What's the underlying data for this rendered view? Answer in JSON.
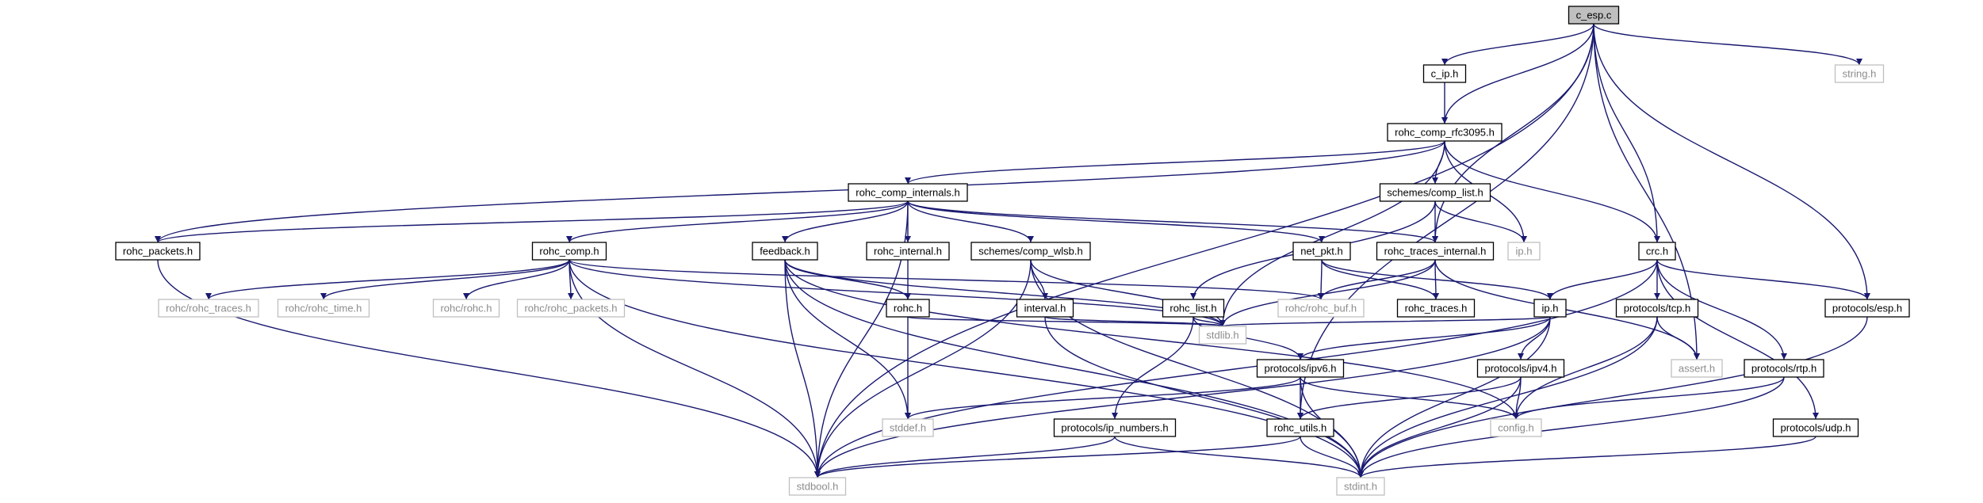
{
  "colors": {
    "edge": "#191970",
    "root_fill": "#bfbfbf",
    "node_border": "#000000",
    "external_border": "#bfbfbf",
    "external_text": "#8c8c8c"
  },
  "graph": {
    "nodes": [
      {
        "id": "c_esp.c",
        "label": "c_esp.c",
        "kind": "root"
      },
      {
        "id": "c_ip.h",
        "label": "c_ip.h",
        "kind": "normal"
      },
      {
        "id": "string.h",
        "label": "string.h",
        "kind": "external"
      },
      {
        "id": "rohc_comp_rfc3095.h",
        "label": "rohc_comp_rfc3095.h",
        "kind": "normal"
      },
      {
        "id": "rohc_comp_internals.h",
        "label": "rohc_comp_internals.h",
        "kind": "normal"
      },
      {
        "id": "schemes/comp_list.h",
        "label": "schemes/comp_list.h",
        "kind": "normal"
      },
      {
        "id": "rohc_packets.h",
        "label": "rohc_packets.h",
        "kind": "normal"
      },
      {
        "id": "rohc_comp.h",
        "label": "rohc_comp.h",
        "kind": "normal"
      },
      {
        "id": "feedback.h",
        "label": "feedback.h",
        "kind": "normal"
      },
      {
        "id": "rohc_internal.h",
        "label": "rohc_internal.h",
        "kind": "normal"
      },
      {
        "id": "schemes/comp_wlsb.h",
        "label": "schemes/comp_wlsb.h",
        "kind": "normal"
      },
      {
        "id": "net_pkt.h",
        "label": "net_pkt.h",
        "kind": "normal"
      },
      {
        "id": "rohc_traces_internal.h",
        "label": "rohc_traces_internal.h",
        "kind": "normal"
      },
      {
        "id": "ip.h_ext",
        "label": "ip.h",
        "kind": "external"
      },
      {
        "id": "crc.h",
        "label": "crc.h",
        "kind": "normal"
      },
      {
        "id": "rohc/rohc_traces.h",
        "label": "rohc/rohc_traces.h",
        "kind": "external"
      },
      {
        "id": "rohc/rohc_time.h",
        "label": "rohc/rohc_time.h",
        "kind": "external"
      },
      {
        "id": "rohc/rohc.h",
        "label": "rohc/rohc.h",
        "kind": "external"
      },
      {
        "id": "rohc/rohc_packets.h",
        "label": "rohc/rohc_packets.h",
        "kind": "external"
      },
      {
        "id": "rohc.h",
        "label": "rohc.h",
        "kind": "normal"
      },
      {
        "id": "interval.h",
        "label": "interval.h",
        "kind": "normal"
      },
      {
        "id": "rohc/rohc_buf.h",
        "label": "rohc/rohc_buf.h",
        "kind": "external"
      },
      {
        "id": "rohc_list.h",
        "label": "rohc_list.h",
        "kind": "normal"
      },
      {
        "id": "rohc_traces.h",
        "label": "rohc_traces.h",
        "kind": "normal"
      },
      {
        "id": "ip.h",
        "label": "ip.h",
        "kind": "normal"
      },
      {
        "id": "protocols/tcp.h",
        "label": "protocols/tcp.h",
        "kind": "normal"
      },
      {
        "id": "protocols/esp.h",
        "label": "protocols/esp.h",
        "kind": "normal"
      },
      {
        "id": "stdlib.h",
        "label": "stdlib.h",
        "kind": "external"
      },
      {
        "id": "assert.h",
        "label": "assert.h",
        "kind": "external"
      },
      {
        "id": "protocols/rtp.h",
        "label": "protocols/rtp.h",
        "kind": "normal"
      },
      {
        "id": "protocols/ipv6.h",
        "label": "protocols/ipv6.h",
        "kind": "normal"
      },
      {
        "id": "protocols/ipv4.h",
        "label": "protocols/ipv4.h",
        "kind": "normal"
      },
      {
        "id": "stddef.h",
        "label": "stddef.h",
        "kind": "external"
      },
      {
        "id": "config.h",
        "label": "config.h",
        "kind": "external"
      },
      {
        "id": "protocols/ip_numbers.h",
        "label": "protocols/ip_numbers.h",
        "kind": "normal"
      },
      {
        "id": "rohc_utils.h",
        "label": "rohc_utils.h",
        "kind": "normal"
      },
      {
        "id": "protocols/udp.h",
        "label": "protocols/udp.h",
        "kind": "normal"
      },
      {
        "id": "stdbool.h",
        "label": "stdbool.h",
        "kind": "external"
      },
      {
        "id": "stdint.h",
        "label": "stdint.h",
        "kind": "external"
      }
    ],
    "edges": [
      [
        "c_esp.c",
        "c_ip.h"
      ],
      [
        "c_esp.c",
        "string.h"
      ],
      [
        "c_esp.c",
        "rohc_comp_rfc3095.h"
      ],
      [
        "c_esp.c",
        "rohc_traces_internal.h"
      ],
      [
        "c_esp.c",
        "crc.h"
      ],
      [
        "c_esp.c",
        "protocols/esp.h"
      ],
      [
        "c_esp.c",
        "assert.h"
      ],
      [
        "c_esp.c",
        "stdbool.h"
      ],
      [
        "c_esp.c",
        "rohc_utils.h"
      ],
      [
        "c_ip.h",
        "rohc_comp_rfc3095.h"
      ],
      [
        "rohc_comp_rfc3095.h",
        "rohc_comp_internals.h"
      ],
      [
        "rohc_comp_rfc3095.h",
        "schemes/comp_list.h"
      ],
      [
        "rohc_comp_rfc3095.h",
        "rohc_packets.h"
      ],
      [
        "rohc_comp_rfc3095.h",
        "ip.h_ext"
      ],
      [
        "rohc_comp_rfc3095.h",
        "crc.h"
      ],
      [
        "rohc_comp_rfc3095.h",
        "stdlib.h"
      ],
      [
        "rohc_comp_internals.h",
        "rohc_packets.h"
      ],
      [
        "rohc_comp_internals.h",
        "rohc_comp.h"
      ],
      [
        "rohc_comp_internals.h",
        "feedback.h"
      ],
      [
        "rohc_comp_internals.h",
        "rohc_internal.h"
      ],
      [
        "rohc_comp_internals.h",
        "schemes/comp_wlsb.h"
      ],
      [
        "rohc_comp_internals.h",
        "net_pkt.h"
      ],
      [
        "rohc_comp_internals.h",
        "rohc_traces_internal.h"
      ],
      [
        "rohc_comp_internals.h",
        "stdbool.h"
      ],
      [
        "schemes/comp_list.h",
        "rohc_list.h"
      ],
      [
        "schemes/comp_list.h",
        "rohc_traces_internal.h"
      ],
      [
        "schemes/comp_list.h",
        "ip.h_ext"
      ],
      [
        "rohc_packets.h",
        "stdbool.h"
      ],
      [
        "rohc_comp.h",
        "rohc/rohc_traces.h"
      ],
      [
        "rohc_comp.h",
        "rohc/rohc_time.h"
      ],
      [
        "rohc_comp.h",
        "rohc/rohc.h"
      ],
      [
        "rohc_comp.h",
        "rohc/rohc_packets.h"
      ],
      [
        "rohc_comp.h",
        "rohc/rohc_buf.h"
      ],
      [
        "rohc_comp.h",
        "stdlib.h"
      ],
      [
        "rohc_comp.h",
        "stdbool.h"
      ],
      [
        "rohc_comp.h",
        "stdint.h"
      ],
      [
        "feedback.h",
        "rohc.h"
      ],
      [
        "feedback.h",
        "stdlib.h"
      ],
      [
        "feedback.h",
        "stddef.h"
      ],
      [
        "feedback.h",
        "stdbool.h"
      ],
      [
        "feedback.h",
        "stdint.h"
      ],
      [
        "feedback.h",
        "config.h"
      ],
      [
        "rohc_internal.h",
        "rohc.h"
      ],
      [
        "schemes/comp_wlsb.h",
        "interval.h"
      ],
      [
        "schemes/comp_wlsb.h",
        "stdlib.h"
      ],
      [
        "schemes/comp_wlsb.h",
        "stdint.h"
      ],
      [
        "schemes/comp_wlsb.h",
        "stdbool.h"
      ],
      [
        "net_pkt.h",
        "rohc/rohc_buf.h"
      ],
      [
        "net_pkt.h",
        "rohc_traces.h"
      ],
      [
        "net_pkt.h",
        "ip.h"
      ],
      [
        "rohc_traces_internal.h",
        "rohc/rohc_buf.h"
      ],
      [
        "rohc_traces_internal.h",
        "rohc_traces.h"
      ],
      [
        "rohc_traces_internal.h",
        "stdlib.h"
      ],
      [
        "rohc_traces_internal.h",
        "assert.h"
      ],
      [
        "crc.h",
        "ip.h"
      ],
      [
        "crc.h",
        "protocols/tcp.h"
      ],
      [
        "crc.h",
        "protocols/esp.h"
      ],
      [
        "crc.h",
        "protocols/rtp.h"
      ],
      [
        "crc.h",
        "protocols/udp.h"
      ],
      [
        "crc.h",
        "stdbool.h"
      ],
      [
        "rohc.h",
        "stdlib.h"
      ],
      [
        "rohc.h",
        "stddef.h"
      ],
      [
        "interval.h",
        "stdlib.h"
      ],
      [
        "interval.h",
        "stdint.h"
      ],
      [
        "rohc_list.h",
        "stdlib.h"
      ],
      [
        "rohc_list.h",
        "protocols/ipv6.h"
      ],
      [
        "rohc_list.h",
        "protocols/ip_numbers.h"
      ],
      [
        "ip.h",
        "stdlib.h"
      ],
      [
        "ip.h",
        "protocols/ipv6.h"
      ],
      [
        "ip.h",
        "protocols/ipv4.h"
      ],
      [
        "ip.h",
        "stdint.h"
      ],
      [
        "ip.h",
        "stdbool.h"
      ],
      [
        "protocols/tcp.h",
        "assert.h"
      ],
      [
        "protocols/tcp.h",
        "config.h"
      ],
      [
        "protocols/tcp.h",
        "stdint.h"
      ],
      [
        "protocols/esp.h",
        "stdint.h"
      ],
      [
        "protocols/rtp.h",
        "config.h"
      ],
      [
        "protocols/rtp.h",
        "stdint.h"
      ],
      [
        "protocols/ipv6.h",
        "stddef.h"
      ],
      [
        "protocols/ipv6.h",
        "rohc_utils.h"
      ],
      [
        "protocols/ipv6.h",
        "config.h"
      ],
      [
        "protocols/ipv6.h",
        "stdint.h"
      ],
      [
        "protocols/ipv4.h",
        "rohc_utils.h"
      ],
      [
        "protocols/ipv4.h",
        "config.h"
      ],
      [
        "protocols/ipv4.h",
        "stdint.h"
      ],
      [
        "protocols/ip_numbers.h",
        "stdbool.h"
      ],
      [
        "protocols/ip_numbers.h",
        "stdint.h"
      ],
      [
        "rohc_utils.h",
        "stdbool.h"
      ],
      [
        "rohc_utils.h",
        "stdint.h"
      ],
      [
        "protocols/udp.h",
        "stdint.h"
      ]
    ]
  }
}
